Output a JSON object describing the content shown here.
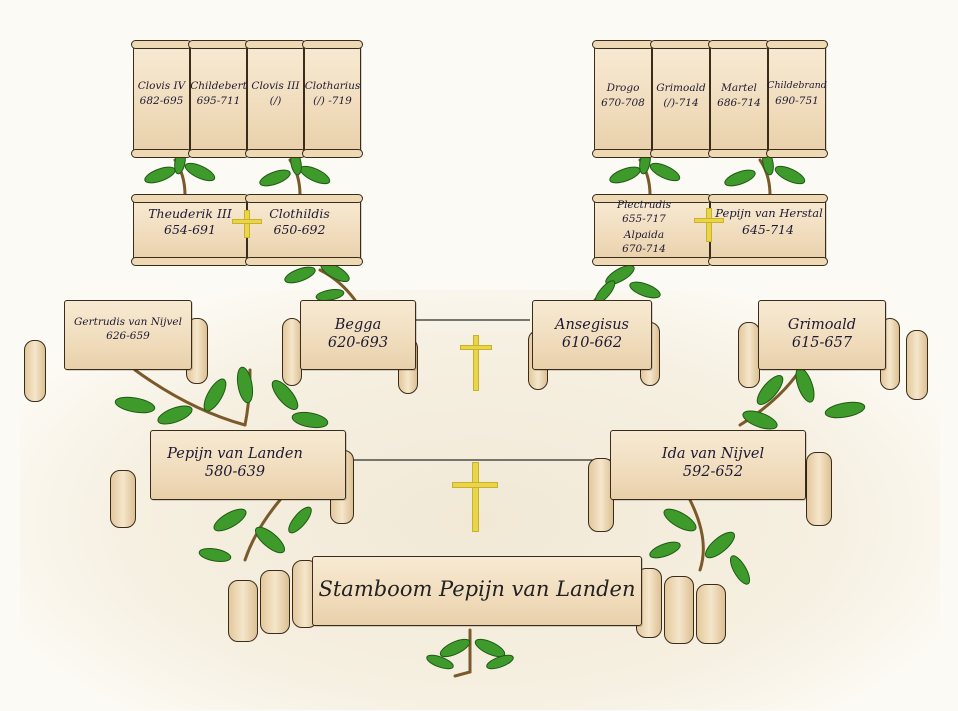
{
  "title": "Stamboom Pepijn van Landen",
  "colors": {
    "parchment": "#f0dcbc",
    "ink": "#3a2b1a",
    "cross": "#e8d548",
    "leaf": "#3f9a2c",
    "text": "#1e1a33"
  },
  "people": {
    "clovis_iv": {
      "name": "Clovis IV",
      "years": "682-695"
    },
    "childebert": {
      "name": "Childebert",
      "years": "695-711"
    },
    "clovis_iii": {
      "name": "Clovis III",
      "years": "(/)"
    },
    "clotharius": {
      "name": "Clotharius",
      "years": "(/) -719"
    },
    "drogo": {
      "name": "Drogo",
      "years": "670-708"
    },
    "grimoald_ii": {
      "name": "Grimoald",
      "years": "(/)-714"
    },
    "martel": {
      "name": "Martel",
      "years": "686-714"
    },
    "childebrand": {
      "name": "Childebrand",
      "years": "690-751"
    },
    "theuderik": {
      "name": "Theuderik III",
      "years": "654-691"
    },
    "clothildis": {
      "name": "Clothildis",
      "years": "650-692"
    },
    "plectrudis": {
      "name": "Plectrudis",
      "years": "655-717"
    },
    "alpaida": {
      "name": "Alpaida",
      "years": "670-714"
    },
    "pepijn_herstal": {
      "name": "Pepijn van Herstal",
      "years": "645-714"
    },
    "gertrudis": {
      "name": "Gertrudis van Nijvel",
      "years": "626-659"
    },
    "begga": {
      "name": "Begga",
      "years": "620-693"
    },
    "ansegisus": {
      "name": "Ansegisus",
      "years": "610-662"
    },
    "grimoald": {
      "name": "Grimoald",
      "years": "615-657"
    },
    "pepijn_landen": {
      "name": "Pepijn van Landen",
      "years": "580-639"
    },
    "ida": {
      "name": "Ida van Nijvel",
      "years": "592-652"
    }
  }
}
